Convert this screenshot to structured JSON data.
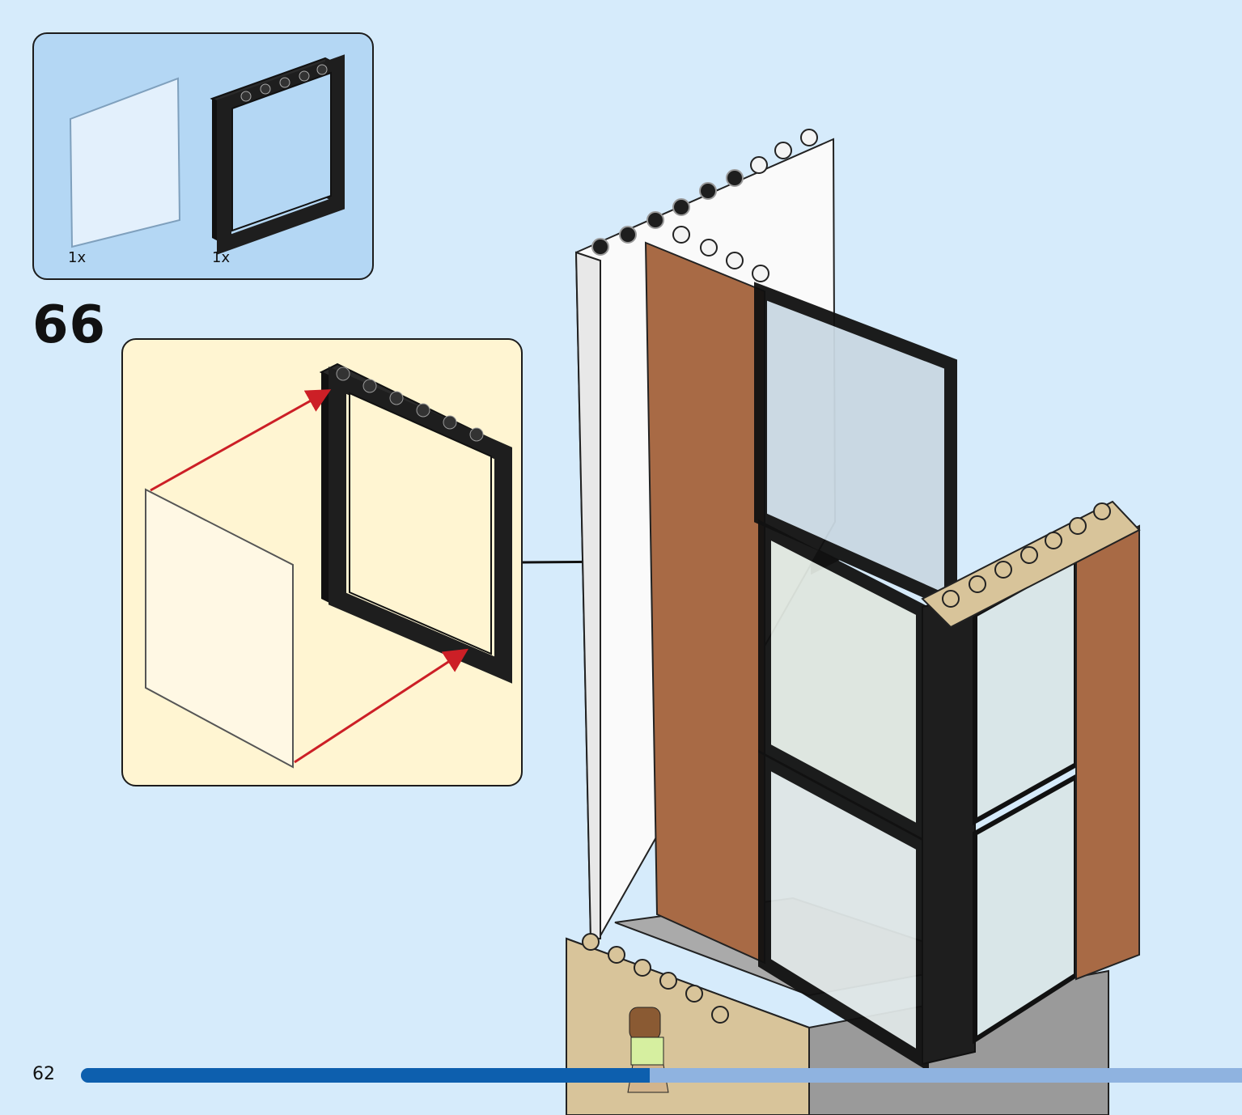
{
  "parts_list": {
    "items": [
      {
        "part": "glass-pane",
        "quantity": "1x"
      },
      {
        "part": "window-frame",
        "quantity": "1x"
      }
    ]
  },
  "step": {
    "number": "66"
  },
  "page": {
    "number": "62",
    "progress": 0.49
  },
  "colors": {
    "background": "#d6ebfb",
    "parts_box": "#b4d7f4",
    "callout": "#fff5d2",
    "frame": "#1e1e1e",
    "brick_brown": "#a86a45",
    "tan": "#d8c49a",
    "arrow_red": "#cc1f26",
    "progress": "#0d5fae"
  }
}
